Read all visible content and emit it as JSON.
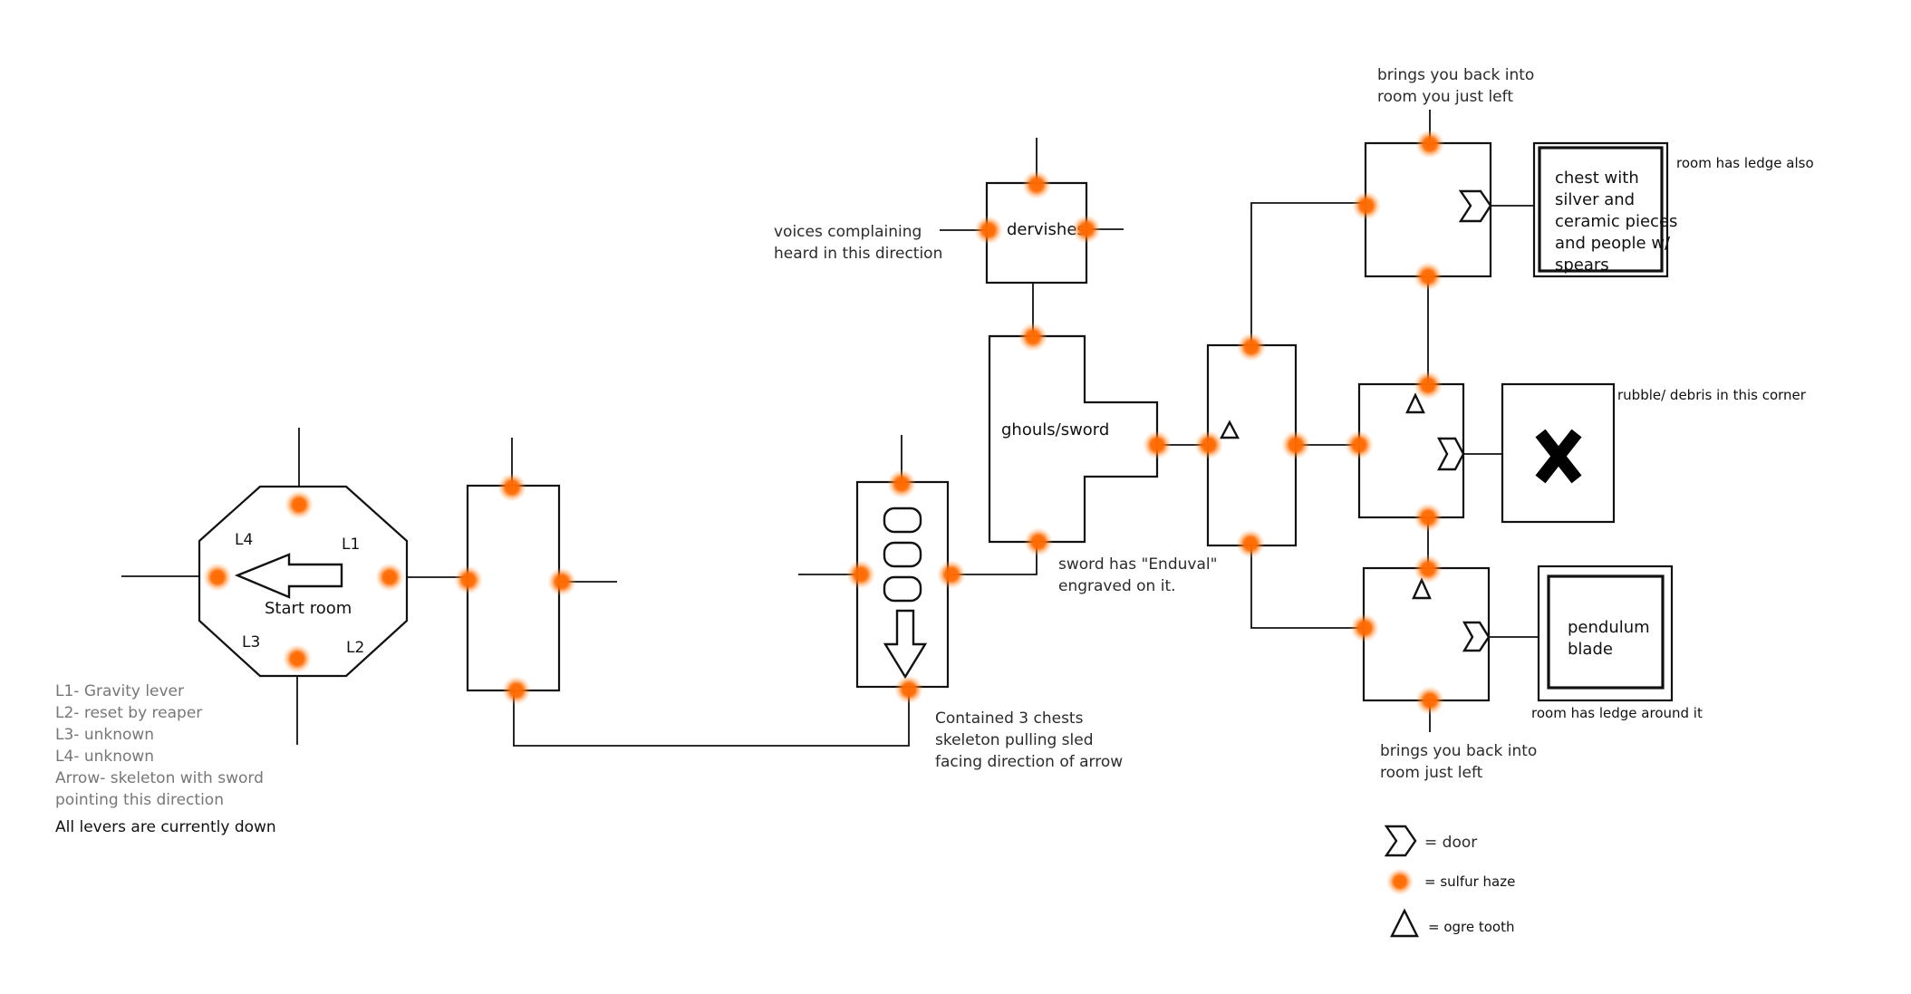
{
  "colors": {
    "wall": "#111111",
    "haze": "#ff6a00",
    "background": "#ffffff"
  },
  "start_room": {
    "label": "Start room",
    "levers": [
      "L1",
      "L2",
      "L3",
      "L4"
    ],
    "arrow_direction": "left"
  },
  "legend_left": {
    "lines": [
      "L1- Gravity lever",
      "L2- reset by reaper",
      "L3- unknown",
      "L4- unknown",
      "Arrow- skeleton with sword",
      "pointing this direction"
    ],
    "footer": "All levers are currently down"
  },
  "sled_room": {
    "chest_count": 3,
    "arrow_direction": "down",
    "note": [
      "Contained 3 chests",
      "skeleton pulling sled",
      "facing direction of arrow"
    ]
  },
  "dervishes_room": {
    "label": "dervishes",
    "note": [
      "voices complaining",
      "heard in this direction"
    ]
  },
  "ghouls_room": {
    "label": "ghouls/sword",
    "note": [
      "sword has \"Enduval\"",
      "engraved on it."
    ]
  },
  "top_right_room": {
    "note": [
      "brings you back into",
      "room you just left"
    ]
  },
  "chest_room": {
    "lines": [
      "chest with",
      "silver and",
      "ceramic pieces",
      "and people w/",
      "spears"
    ],
    "note": "room has ledge also"
  },
  "rubble_room": {
    "note": "rubble/ debris in this corner",
    "mark": "x-mark"
  },
  "pendulum_room": {
    "lines": [
      "pendulum",
      "blade"
    ],
    "note": "room has ledge around it"
  },
  "bottom_right_room": {
    "note": [
      "brings you back into",
      "room just left"
    ]
  },
  "legend_right": {
    "items": [
      {
        "icon": "door-icon",
        "label": "= door"
      },
      {
        "icon": "sulfur-haze-icon",
        "label": "= sulfur haze"
      },
      {
        "icon": "ogre-tooth-icon",
        "label": "= ogre tooth"
      }
    ]
  }
}
